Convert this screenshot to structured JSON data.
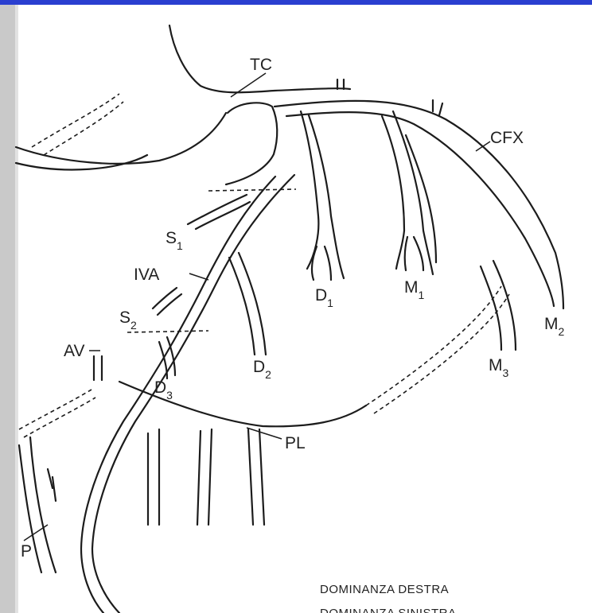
{
  "colors": {
    "top_bar": "#2a3fd0",
    "line": "#1c1c1c",
    "margin": "#c9c9c9"
  },
  "labels": {
    "tc": "TC",
    "cfx": "CFX",
    "s1": {
      "main": "S",
      "sub": "1"
    },
    "iva": "IVA",
    "d1": {
      "main": "D",
      "sub": "1"
    },
    "m1": {
      "main": "M",
      "sub": "1"
    },
    "m2": {
      "main": "M",
      "sub": "2"
    },
    "s2": {
      "main": "S",
      "sub": "2"
    },
    "av": "AV",
    "d2": {
      "main": "D",
      "sub": "2"
    },
    "m3": {
      "main": "M",
      "sub": "3"
    },
    "d3": {
      "main": "D",
      "sub": "3"
    },
    "pl": "PL",
    "p": "P"
  },
  "captions": {
    "dominanza_destra": "DOMINANZA DESTRA",
    "dominanza_sinistra": "DOMINANZA SINISTRA"
  }
}
